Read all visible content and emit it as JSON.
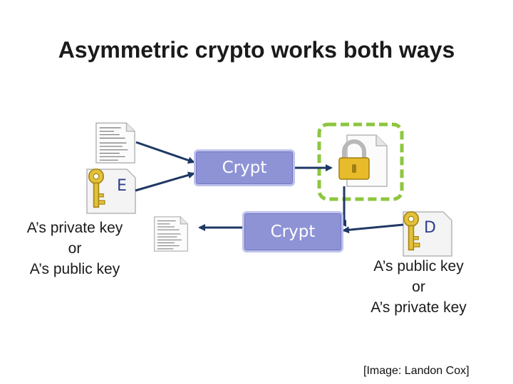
{
  "title": "Asymmetric crypto works both ways",
  "top_box": {
    "label": "Crypt"
  },
  "bottom_box": {
    "label": "Crypt"
  },
  "left_key": {
    "letter": "E",
    "label_lines": [
      "A’s private key",
      "or",
      "A’s public key"
    ]
  },
  "right_key": {
    "letter": "D",
    "label_lines": [
      "A’s public key",
      "or",
      "A’s private key"
    ]
  },
  "credit": "[Image: Landon Cox]",
  "icons": [
    "document-icon",
    "key-icon",
    "padlock-document-icon",
    "arrow-icon"
  ],
  "colors": {
    "crypt_fill": "#8e93d6",
    "arrow": "#1f3864",
    "highlight": "#8dc63f",
    "key_gold": "#e3c23a"
  }
}
